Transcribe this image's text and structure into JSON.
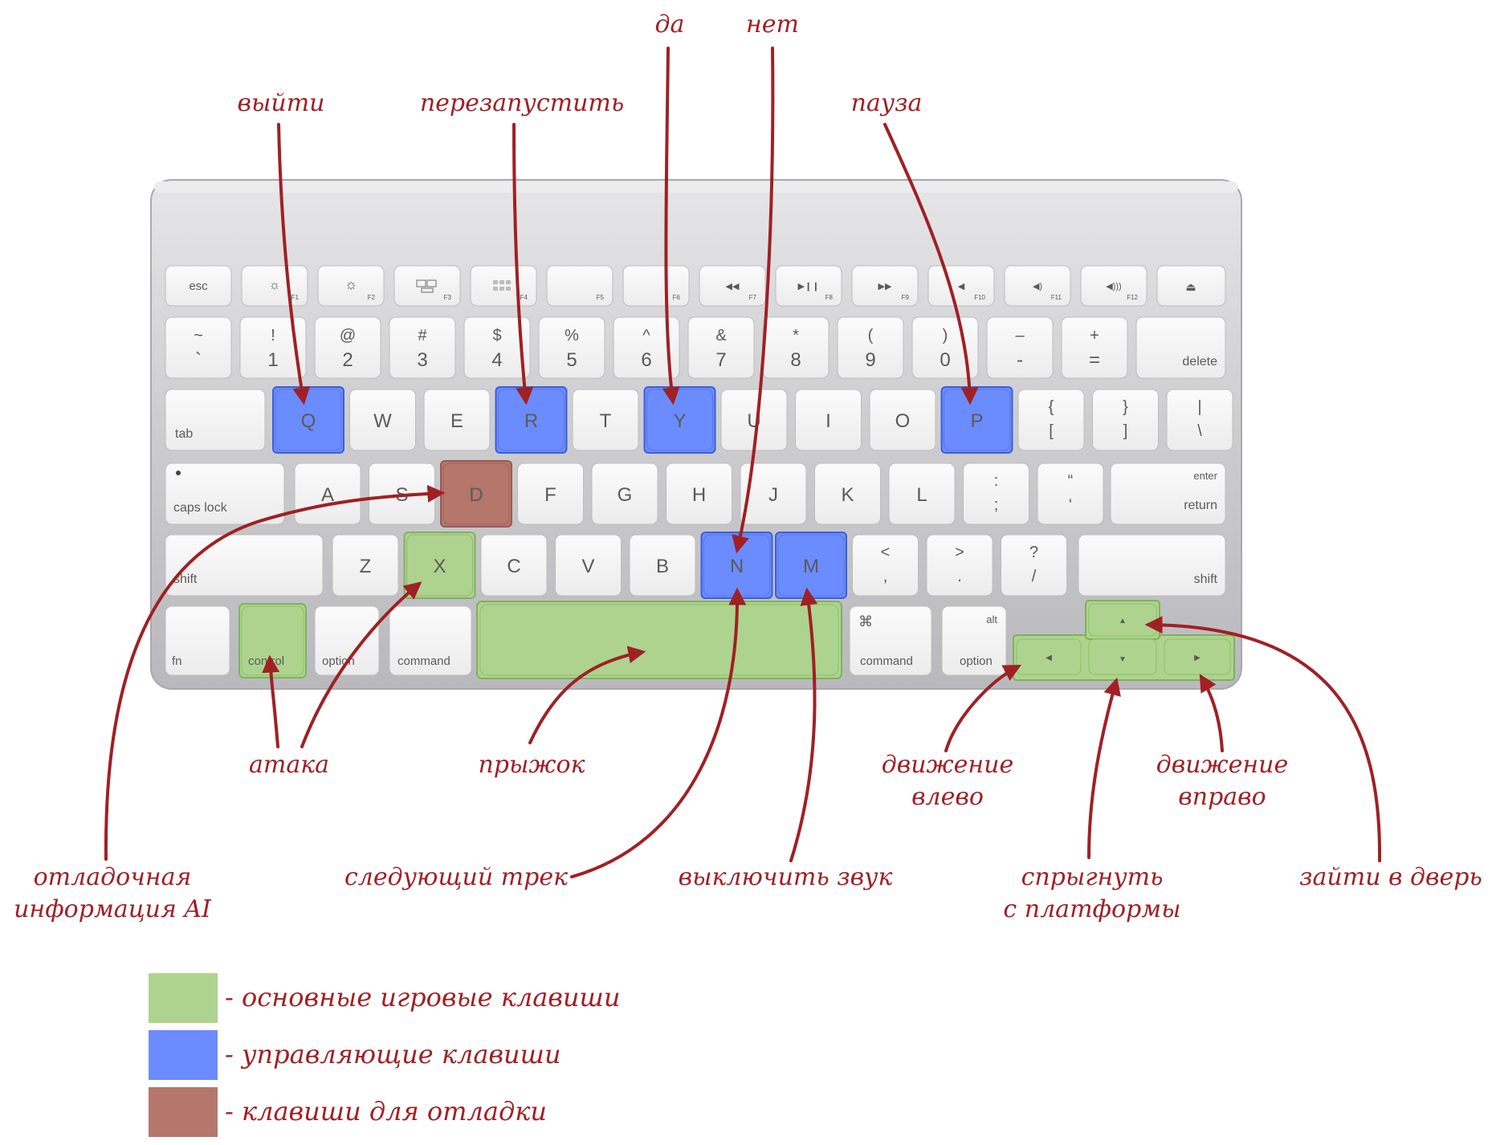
{
  "colors": {
    "main": "#aed38f",
    "control": "#6b8cff",
    "debug": "#b5766c",
    "arrow": "#a02024",
    "key_face": "#f4f4f4"
  },
  "labels": {
    "exit": "выйти",
    "restart": "перезапустить",
    "yes": "да",
    "no": "нет",
    "pause": "пауза",
    "attack": "атака",
    "jump": "прыжок",
    "move_left_1": "движение",
    "move_left_2": "влево",
    "move_right_1": "движение",
    "move_right_2": "вправо",
    "debug_ai_1": "отладочная",
    "debug_ai_2": "информация AI",
    "next_track": "следующий трек",
    "mute": "выключить звук",
    "drop_1": "спрыгнуть",
    "drop_2": "с платформы",
    "enter_door": "зайти в дверь"
  },
  "legend": [
    {
      "color": "main",
      "text": "- основные игровые клавиши"
    },
    {
      "color": "control",
      "text": "- управляющие клавиши"
    },
    {
      "color": "debug",
      "text": "- клавиши для отладки"
    }
  ],
  "keys": {
    "esc": "esc",
    "f1": "F1",
    "f2": "F2",
    "f3": "F3",
    "f4": "F4",
    "f5": "F5",
    "f6": "F6",
    "f7": "F7",
    "f8": "F8",
    "f9": "F9",
    "f10": "F10",
    "f11": "F11",
    "f12": "F12",
    "tilde_top": "~",
    "tilde_bot": "`",
    "n1_top": "!",
    "n1_bot": "1",
    "n2_top": "@",
    "n2_bot": "2",
    "n3_top": "#",
    "n3_bot": "3",
    "n4_top": "$",
    "n4_bot": "4",
    "n5_top": "%",
    "n5_bot": "5",
    "n6_top": "^",
    "n6_bot": "6",
    "n7_top": "&",
    "n7_bot": "7",
    "n8_top": "*",
    "n8_bot": "8",
    "n9_top": "(",
    "n9_bot": "9",
    "n0_top": ")",
    "n0_bot": "0",
    "minus_top": "–",
    "minus_bot": "-",
    "plus_top": "+",
    "plus_bot": "=",
    "delete": "delete",
    "tab": "tab",
    "q": "Q",
    "w": "W",
    "e": "E",
    "r": "R",
    "t": "T",
    "y": "Y",
    "u": "U",
    "i": "I",
    "o": "O",
    "p": "P",
    "lbrace_top": "{",
    "lbrace_bot": "[",
    "rbrace_top": "}",
    "rbrace_bot": "]",
    "pipe_top": "|",
    "pipe_bot": "\\",
    "caps": "caps lock",
    "a": "A",
    "s": "S",
    "d": "D",
    "f": "F",
    "g": "G",
    "h": "H",
    "j": "J",
    "k": "K",
    "l": "L",
    "semi_top": ":",
    "semi_bot": ";",
    "quote_top": "“",
    "quote_bot": "‘",
    "enter": "enter",
    "return": "return",
    "shift_l": "shift",
    "z": "Z",
    "x": "X",
    "c": "C",
    "v": "V",
    "b": "B",
    "n": "N",
    "m": "M",
    "lt_top": "<",
    "lt_bot": ",",
    "gt_top": ">",
    "gt_bot": ".",
    "q_top": "?",
    "q_bot": "/",
    "shift_r": "shift",
    "fn": "fn",
    "control": "control",
    "option_l": "option",
    "command_l": "command",
    "cmd_sym": "⌘",
    "command_r": "command",
    "alt": "alt",
    "option_r": "option"
  }
}
